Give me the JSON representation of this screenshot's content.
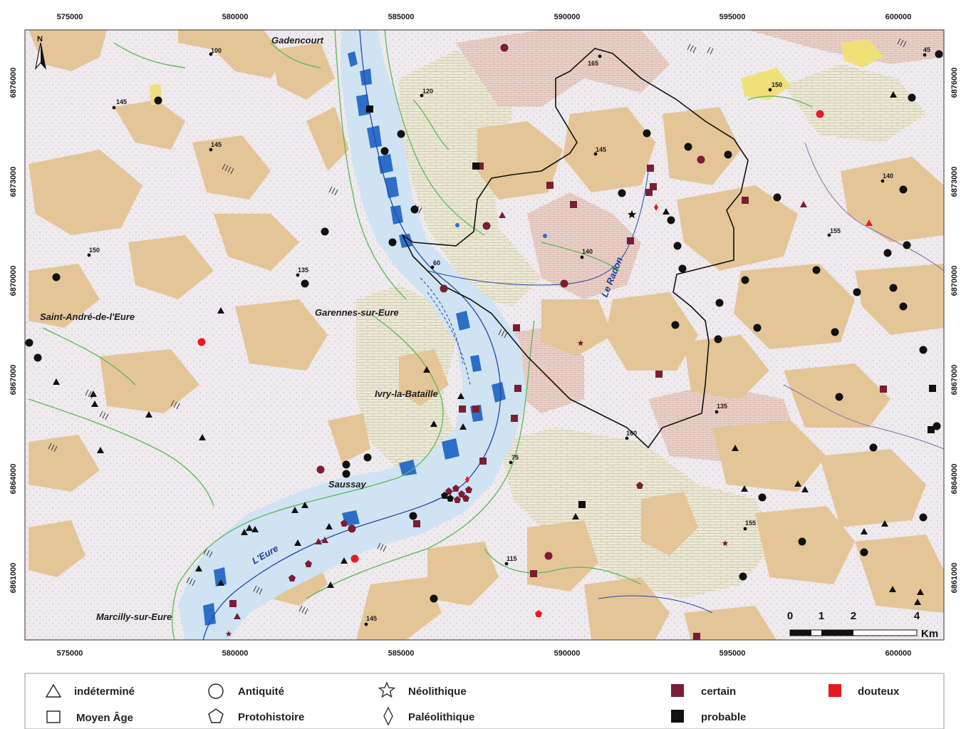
{
  "map": {
    "x_ticks": [
      "575000",
      "580000",
      "585000",
      "590000",
      "595000",
      "600000"
    ],
    "y_ticks": [
      "6876000",
      "6873000",
      "6870000",
      "6867000",
      "6864000",
      "6861000"
    ],
    "north_label": "N",
    "places": {
      "gadencourt": "Gadencourt",
      "saint_andre": "Saint-André-de-l'Eure",
      "garennes": "Garennes-sur-Eure",
      "ivry": "Ivry-la-Bataille",
      "saussay": "Saussay",
      "marcilly": "Marcilly-sur-Eure"
    },
    "rivers": {
      "eure": "L'Eure",
      "radon": "Le Radon"
    },
    "altitudes": [
      "100",
      "145",
      "145",
      "120",
      "165",
      "45",
      "150",
      "145",
      "140",
      "155",
      "150",
      "135",
      "60",
      "140",
      "75",
      "135",
      "160",
      "155",
      "115",
      "145"
    ],
    "scale": {
      "labels": [
        "0",
        "1",
        "2",
        "4"
      ],
      "unit": "Km"
    },
    "colors": {
      "certain": "#7a1e35",
      "probable": "#111111",
      "douteux": "#e51a22",
      "river": "#cfe3f2",
      "water_body": "#2d6fc8",
      "loess": "#e7c9a0",
      "plateau": "#ece8ec",
      "limestone": "#ece9d8",
      "clay": "#e8cfc6",
      "commune_boundary": "#111111"
    }
  },
  "legend": {
    "shapes": {
      "indetermine": "indéterminé",
      "moyen_age": "Moyen Âge",
      "antiquite": "Antiquité",
      "protohistoire": "Protohistoire",
      "neolithique": "Néolithique",
      "paleolithique": "Paléolithique"
    },
    "status": {
      "certain": "certain",
      "probable": "probable",
      "douteux": "douteux"
    }
  }
}
